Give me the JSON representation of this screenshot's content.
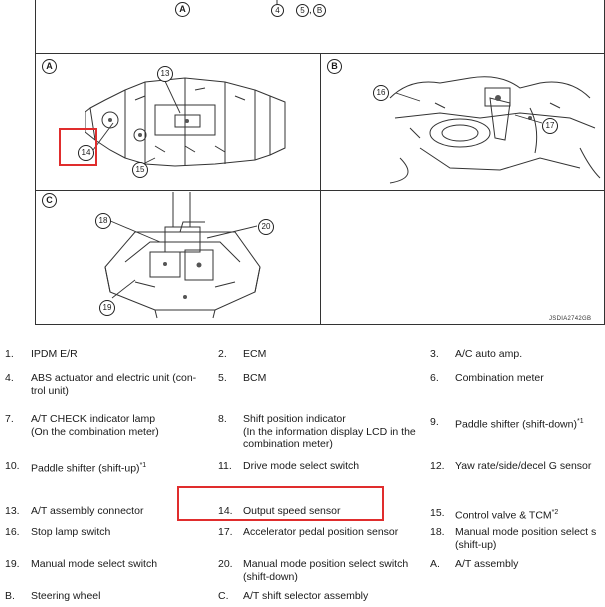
{
  "top_labels": {
    "a": "A",
    "n4": "4",
    "n5": "5",
    "b": "B",
    "comma": ",",
    "circ_b": "B"
  },
  "panels": {
    "a": {
      "tag": "A",
      "callouts": [
        "13",
        "14",
        "15"
      ]
    },
    "b": {
      "tag": "B",
      "callouts": [
        "16",
        "17"
      ]
    },
    "c": {
      "tag": "C",
      "callouts": [
        "18",
        "20",
        "19"
      ]
    }
  },
  "figure_code": "JSDIA2742GB",
  "legend": [
    {
      "num": "1.",
      "text": "IPDM E/R"
    },
    {
      "num": "2.",
      "text": "ECM"
    },
    {
      "num": "3.",
      "text": "A/C auto amp."
    },
    {
      "num": "4.",
      "text": "ABS actuator and electric unit (con-",
      "text2": "trol unit)"
    },
    {
      "num": "5.",
      "text": "BCM"
    },
    {
      "num": "6.",
      "text": "Combination meter"
    },
    {
      "num": "7.",
      "text": "A/T CHECK indicator lamp",
      "text2": "(On the combination meter)"
    },
    {
      "num": "8.",
      "text": "Shift position indicator",
      "text2": "(In the information display LCD in the",
      "text3": "combination meter)"
    },
    {
      "num": "9.",
      "text": "Paddle shifter (shift-down)",
      "sup": "*1"
    },
    {
      "num": "10.",
      "text": "Paddle shifter (shift-up)",
      "sup": "*1"
    },
    {
      "num": "11.",
      "text": "Drive mode select switch"
    },
    {
      "num": "12.",
      "text": "Yaw rate/side/decel G sensor"
    },
    {
      "num": "13.",
      "text": "A/T assembly connector"
    },
    {
      "num": "14.",
      "text": "Output speed sensor"
    },
    {
      "num": "15.",
      "text": "Control valve & TCM",
      "sup": "*2"
    },
    {
      "num": "16.",
      "text": "Stop lamp switch"
    },
    {
      "num": "17.",
      "text": "Accelerator pedal position sensor"
    },
    {
      "num": "18.",
      "text": "Manual mode position select s",
      "text2": "(shift-up)"
    },
    {
      "num": "19.",
      "text": "Manual mode select switch"
    },
    {
      "num": "20.",
      "text": "Manual mode position select switch",
      "text2": "(shift-down)"
    },
    {
      "num": "A.",
      "text": "A/T assembly"
    },
    {
      "num": "B.",
      "text": "Steering wheel"
    },
    {
      "num": "C.",
      "text": "A/T shift selector assembly"
    }
  ],
  "highlight_color": "#e02d2d"
}
